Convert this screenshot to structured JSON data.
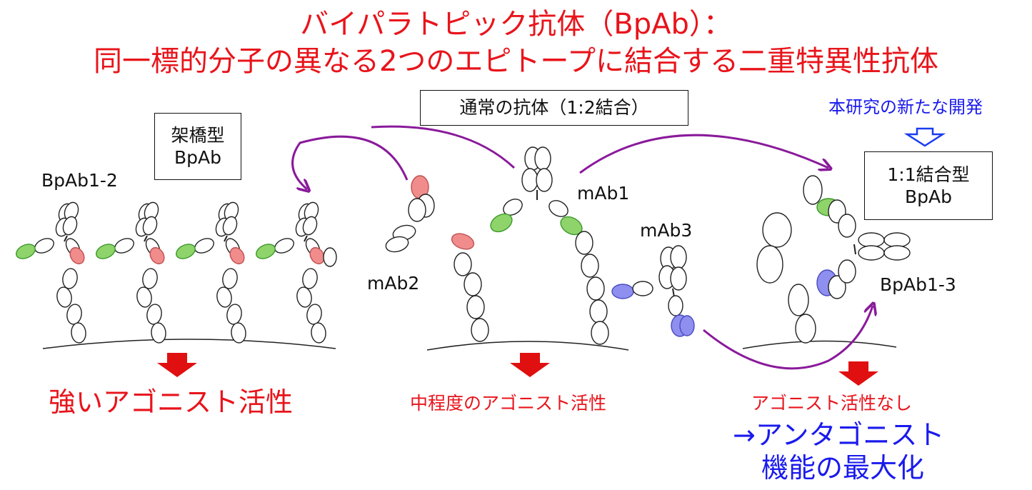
{
  "title": {
    "line1": "バイパラトピック抗体（BpAb）：",
    "line2": "同一標的分子の異なる2つのエピトープに結合する二重特異性抗体"
  },
  "labels": {
    "normal_antibody_box": "通常の抗体（1:2結合）",
    "bridging_box_line1": "架橋型",
    "bridging_box_line2": "BpAb",
    "one_to_one_box_line1": "1:1結合型",
    "one_to_one_box_line2": "BpAb",
    "new_development": "本研究の新たな開発",
    "bpab12": "BpAb1-2",
    "bpab13": "BpAb1-3",
    "mab1": "mAb1",
    "mab2": "mAb2",
    "mab3": "mAb3"
  },
  "outcomes": {
    "strong_agonist": "強いアゴニスト活性",
    "moderate_agonist": "中程度のアゴニスト活性",
    "no_agonist": "アゴニスト活性なし",
    "antagonist_line1": "→アンタゴニスト",
    "antagonist_line2": "機能の最大化"
  },
  "colors": {
    "title_red": "#e8141b",
    "accent_blue": "#1a1aee",
    "arrow_purple": "#8a1a9b",
    "epitope1_green": "#8fd36b",
    "epitope2_pink": "#f08c8c",
    "epitope3_blue": "#8f8ff0",
    "down_arrow_red": "#e01010",
    "hollow_arrow_blue": "#1a3cf0"
  }
}
